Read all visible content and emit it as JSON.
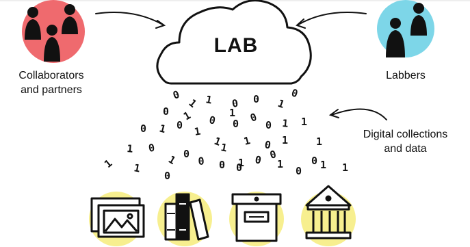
{
  "cloud": {
    "title": "LAB"
  },
  "collaborators": {
    "line1": "Collaborators",
    "line2": "and partners",
    "circle_color": "#ef6a6e"
  },
  "labbers": {
    "label": "Labbers",
    "circle_color": "#7dd6e8"
  },
  "digital": {
    "line1": "Digital collections",
    "line2": "and data"
  },
  "accent": {
    "yellow": "#f7ef8f",
    "ink": "#111111"
  },
  "binary_digits": [
    "0",
    "1",
    "1",
    "0",
    "0",
    "1",
    "0",
    "0",
    "1",
    "0",
    "1",
    "0",
    "0",
    "1",
    "1",
    "0",
    "1",
    "0",
    "1",
    "1",
    "0",
    "1",
    "0",
    "1",
    "1",
    "0",
    "1",
    "0",
    "0",
    "1",
    "1",
    "0",
    "0",
    "1",
    "1",
    "1",
    "0",
    "0",
    "0",
    "1",
    "0",
    "1",
    "1",
    "0"
  ],
  "icons": [
    "pictures-icon",
    "books-icon",
    "archive-box-icon",
    "museum-icon"
  ]
}
